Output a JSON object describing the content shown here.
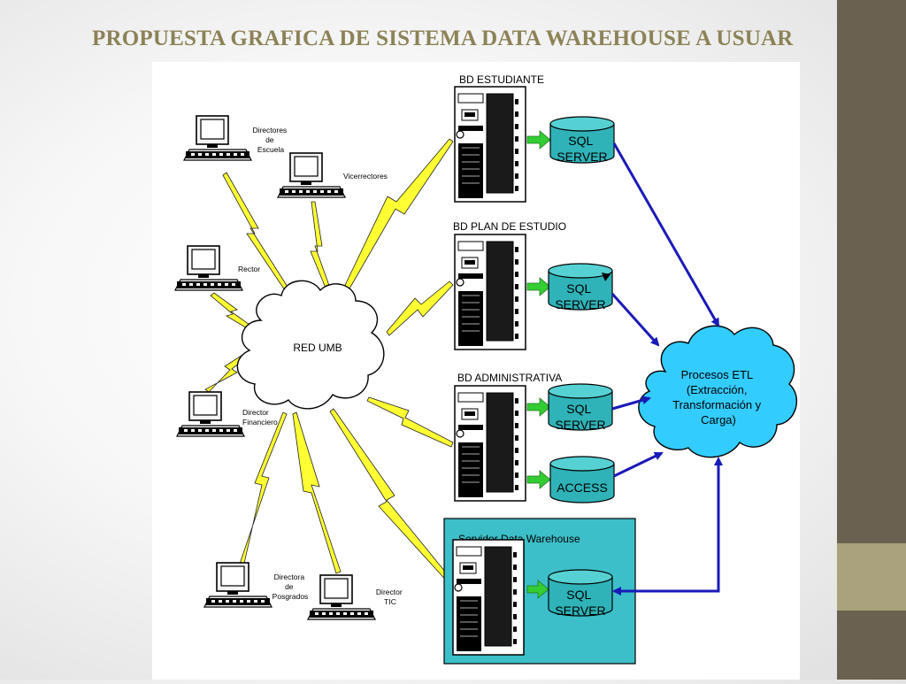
{
  "slide": {
    "title": "PROPUESTA GRAFICA DE SISTEMA DATA WAREHOUSE A USUAR"
  },
  "network": {
    "hub_label": "RED UMB"
  },
  "users": {
    "directores_escuela": [
      "Directores",
      "de",
      "Escuela"
    ],
    "vicerrectores": "Vicerrectores",
    "rector": "Rector",
    "director_financiero": [
      "Director",
      "Financiero"
    ],
    "directora_posgrados": [
      "Directora",
      "de",
      "Posgrados"
    ],
    "director_tic": [
      "Director",
      "TIC"
    ]
  },
  "servers": {
    "estudiante": "BD ESTUDIANTE",
    "plan_estudio": "BD PLAN DE ESTUDIO",
    "administrativa": "BD ADMINISTRATIVA",
    "data_warehouse": "Servidor Data Warehouse"
  },
  "databases": {
    "sql_server": [
      "SQL",
      "SERVER"
    ],
    "access": "ACCESS"
  },
  "etl": {
    "lines": [
      "Procesos ETL",
      "(Extracción,",
      "Transformación y",
      "Carga)"
    ]
  },
  "colors": {
    "title": "#8c8257",
    "right_band": "#6b6150",
    "right_accent": "#a9a27c",
    "cloud_etl": "#33ccff",
    "db_cylinder": "#2fb3b8",
    "dw_panel": "#3cbfc9",
    "lightning": "#ffff33",
    "arrow_blue": "#1a1ab8",
    "arrow_green": "#33cc33"
  }
}
